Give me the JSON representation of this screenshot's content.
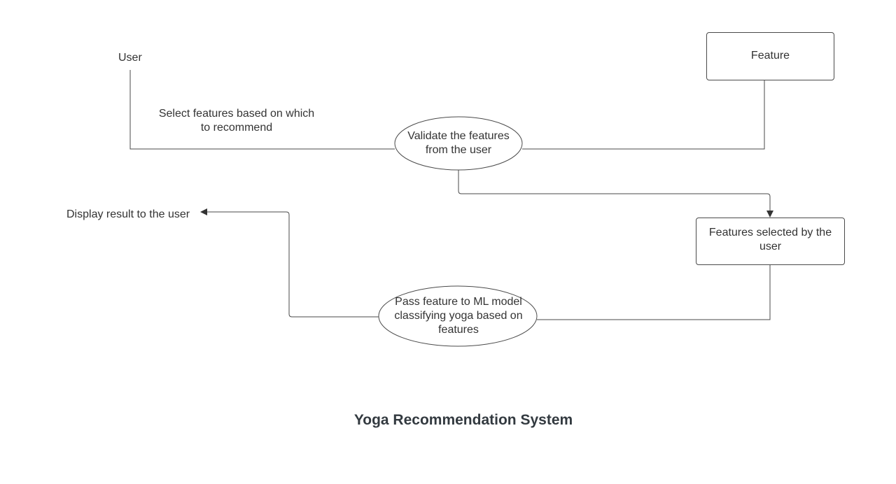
{
  "diagram": {
    "title": "Yoga Recommendation System",
    "nodes": {
      "user": "User",
      "feature": "Feature",
      "validate": "Validate the features from the user",
      "features_selected": "Features selected by the user",
      "pass_feature": "Pass feature to ML model classifying yoga based on features",
      "display_result": "Display result to the user"
    },
    "edge_labels": {
      "select_features": "Select features based on which to recommend"
    }
  }
}
